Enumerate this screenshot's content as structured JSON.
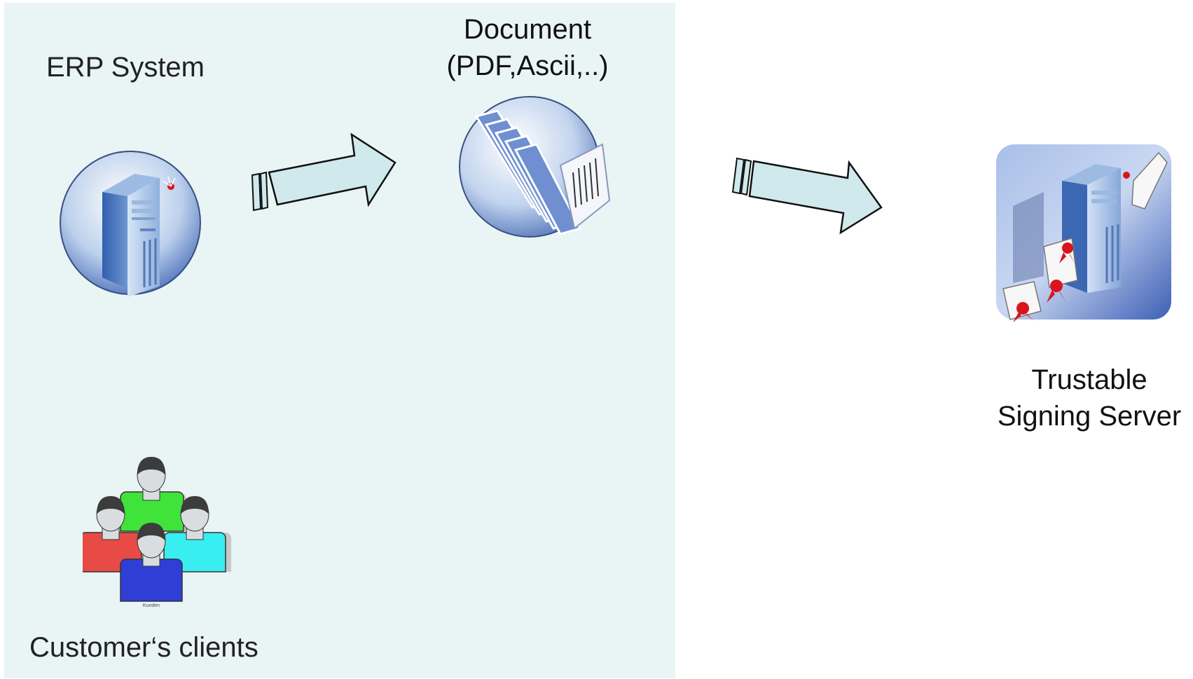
{
  "panel": {
    "background": "#e9f4f5"
  },
  "nodes": {
    "erp_system": {
      "label": "ERP System",
      "icon": "server-icon"
    },
    "document": {
      "label_line1": "Document",
      "label_line2": "(PDF,Ascii,..)",
      "icon": "document-folder-icon"
    },
    "signing_server": {
      "label_line1": "Trustable",
      "label_line2": "Signing Server",
      "icon": "signing-server-icon"
    },
    "clients": {
      "label": "Customer‘s clients",
      "icon": "users-group-icon",
      "caption": "Kunden"
    }
  },
  "colors": {
    "arrow_fill": "#cfe9ec",
    "user_red": "#e84a45",
    "user_green": "#3fe33a",
    "user_cyan": "#38eef0",
    "user_blue": "#2f3fd6",
    "seal_red": "#d8141d"
  }
}
